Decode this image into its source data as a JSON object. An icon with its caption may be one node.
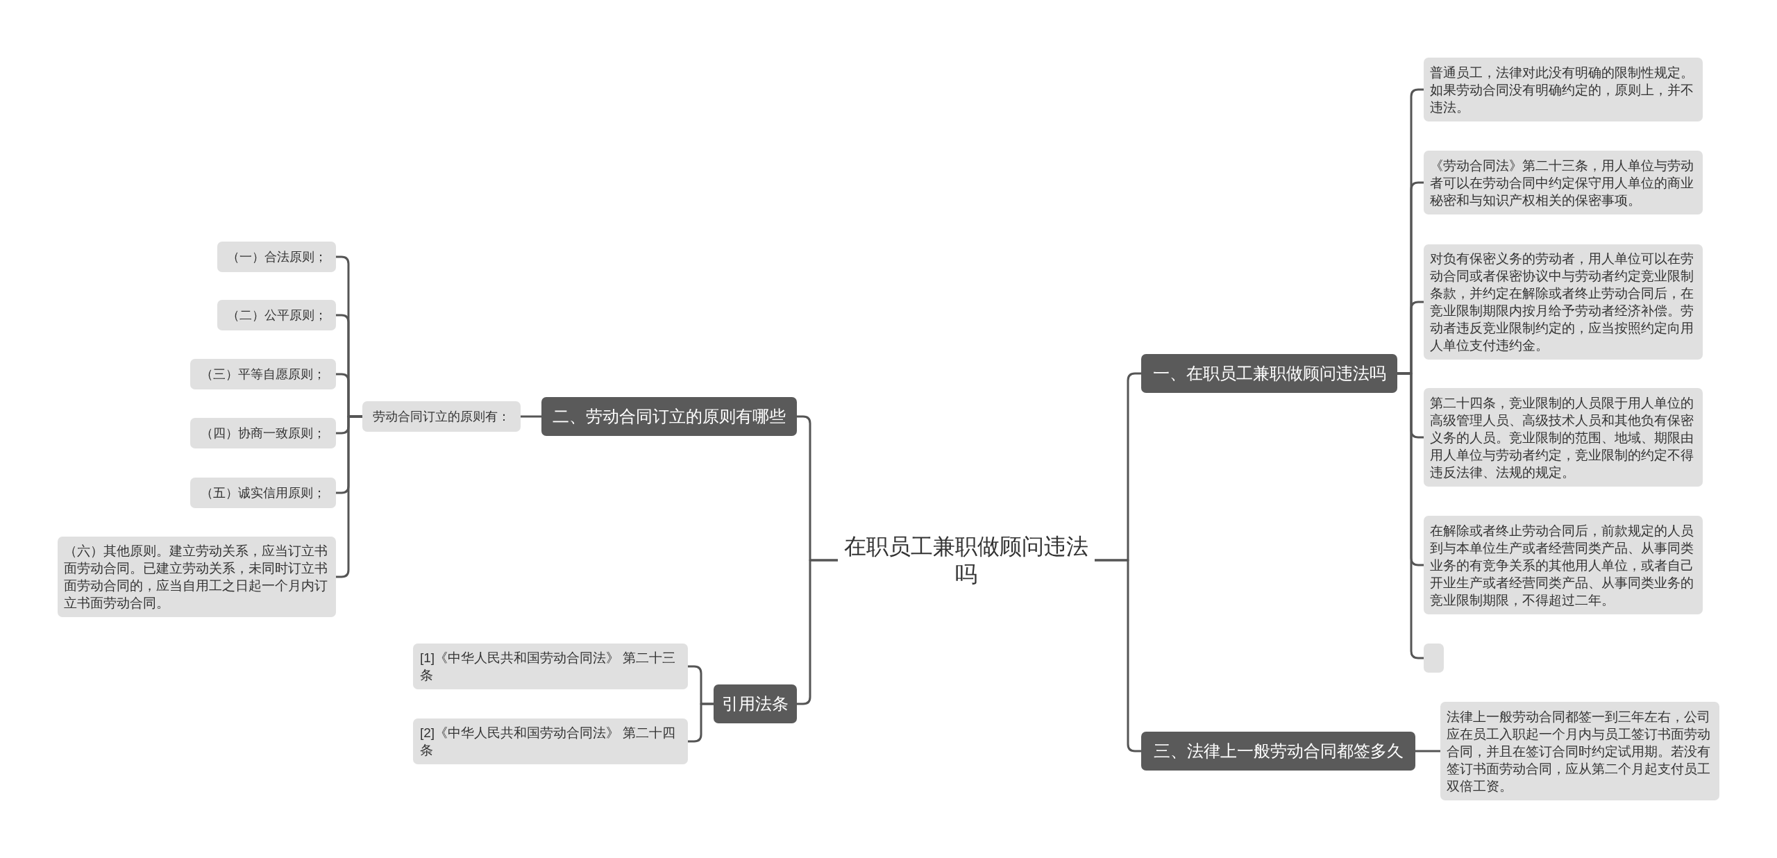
{
  "diagram": {
    "nodes": [
      {
        "text": [
          "在职员工兼职做顾问违法吗"
        ]
      },
      {
        "text": [
          "一、在职员工兼职做顾问违法吗"
        ]
      },
      {
        "text": [
          "普通员工，法律对此没有明确的限制性规定。如果劳动合同没有明确约定的，原则上，并不违法。"
        ]
      },
      {
        "text": [
          "《劳动合同法》第二十三条，用人单位与劳动者可以在劳动合同中约定保守用人单位的商业秘密和与知识产权相关的保密事项。"
        ]
      },
      {
        "text": [
          "对负有保密义务的劳动者，用人单位可以在劳动合同或者保密协议中与劳动者约定竞业限制条款，并约定在解除或者终止劳动合同后，在竞业限制期限内按月给予劳动者经济补偿。劳动者违反竞业限制约定的，应当按照约定向用人单位支付违约金。"
        ]
      },
      {
        "text": [
          "第二十四条，竞业限制的人员限于用人单位的高级管理人员、高级技术人员和其他负有保密义务的人员。竞业限制的范围、地域、期限由用人单位与劳动者约定，竞业限制的约定不得违反法律、法规的规定。"
        ]
      },
      {
        "text": [
          "在解除或者终止劳动合同后，前款规定的人员到与本单位生产或者经营同类产品、从事同类业务的有竞争关系的其他用人单位，或者自己开业生产或者经营同类产品、从事同类业务的竞业限制期限，不得超过二年。"
        ]
      },
      {
        "text": [],
        "shape": "box"
      },
      {
        "text": [
          "三、法律上一般劳动合同都签多久"
        ]
      },
      {
        "text": [
          "法律上一般劳动合同都签一到三年左右，公司应在员工入职起一个月内与员工签订书面劳动合同，并且在签订合同时约定试用期。若没有签订书面劳动合同，应从第二个月起支付员工双倍工资。"
        ]
      },
      {
        "text": [
          "二、劳动合同订立的原则有哪些"
        ]
      },
      {
        "text": [
          "劳动合同订立的原则有："
        ]
      },
      {
        "text": [
          "（一）合法原则；"
        ]
      },
      {
        "text": [
          "（二）公平原则；"
        ]
      },
      {
        "text": [
          "（三）平等自愿原则；"
        ]
      },
      {
        "text": [
          "（四）协商一致原则；"
        ]
      },
      {
        "text": [
          "（五）诚实信用原则；"
        ]
      },
      {
        "text": [
          "（六）其他原则。建立劳动关系，应当订立书面劳动合同。已建立劳动关系，未同时订立书面劳动合同的，应当自用工之日起一个月内订立书面劳动合同。"
        ]
      },
      {
        "text": [
          "引用法条"
        ]
      },
      {
        "text": [
          "[1]《中华人民共和国劳动合同法》 第二十三条"
        ]
      },
      {
        "text": [
          "[2]《中华人民共和国劳动合同法》 第二十四条"
        ]
      }
    ],
    "edges": [
      {
        "from": 0,
        "to": 1,
        "arrow": "none"
      },
      {
        "from": 1,
        "to": 2,
        "arrow": "none"
      },
      {
        "from": 1,
        "to": 3,
        "arrow": "none"
      },
      {
        "from": 1,
        "to": 4,
        "arrow": "none"
      },
      {
        "from": 1,
        "to": 5,
        "arrow": "none"
      },
      {
        "from": 1,
        "to": 6,
        "arrow": "none"
      },
      {
        "from": 1,
        "to": 7,
        "arrow": "none"
      },
      {
        "from": 0,
        "to": 8,
        "arrow": "none"
      },
      {
        "from": 8,
        "to": 9,
        "arrow": "none"
      },
      {
        "from": 0,
        "to": 10,
        "arrow": "none"
      },
      {
        "from": 10,
        "to": 11,
        "arrow": "none"
      },
      {
        "from": 11,
        "to": 12,
        "arrow": "none"
      },
      {
        "from": 11,
        "to": 13,
        "arrow": "none"
      },
      {
        "from": 11,
        "to": 14,
        "arrow": "none"
      },
      {
        "from": 11,
        "to": 15,
        "arrow": "none"
      },
      {
        "from": 11,
        "to": 16,
        "arrow": "none"
      },
      {
        "from": 11,
        "to": 17,
        "arrow": "none"
      },
      {
        "from": 0,
        "to": 18,
        "arrow": "none"
      },
      {
        "from": 18,
        "to": 19,
        "arrow": "none"
      },
      {
        "from": 18,
        "to": 20,
        "arrow": "none"
      }
    ]
  }
}
